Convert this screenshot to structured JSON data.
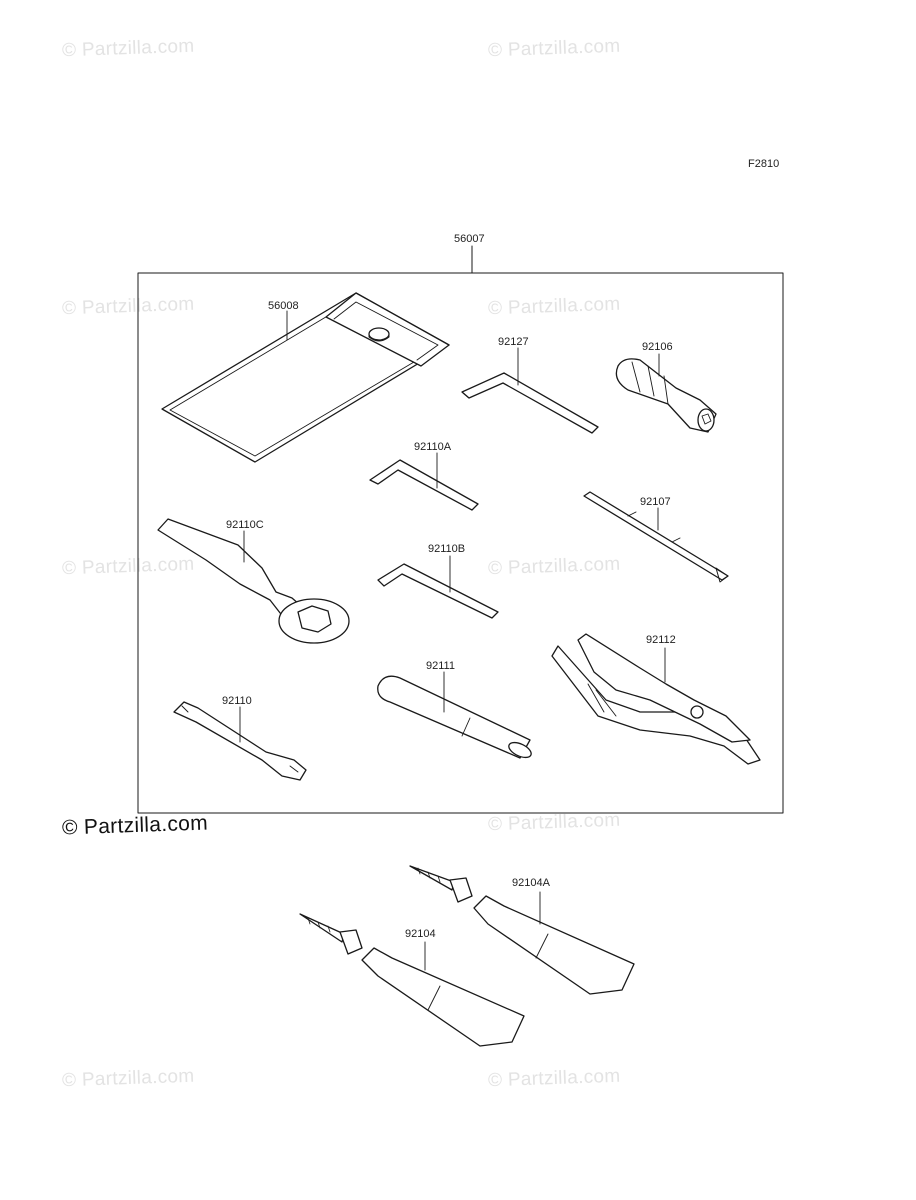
{
  "figure_id": "F2810",
  "watermark": {
    "text": "© Partzilla.com",
    "copy_count": 10,
    "prominent_text": "© Partzilla.com"
  },
  "kit": {
    "part_number": "56007",
    "parts": [
      {
        "part_number": "56008",
        "depicts": "tool-pouch"
      },
      {
        "part_number": "92127",
        "depicts": "hex-wrench-large"
      },
      {
        "part_number": "92106",
        "depicts": "screwdriver-handle"
      },
      {
        "part_number": "92110A",
        "depicts": "hex-wrench-medium"
      },
      {
        "part_number": "92107",
        "depicts": "screwdriver-bit"
      },
      {
        "part_number": "92110C",
        "depicts": "ring-wrench"
      },
      {
        "part_number": "92110B",
        "depicts": "hex-wrench-small"
      },
      {
        "part_number": "92112",
        "depicts": "pliers"
      },
      {
        "part_number": "92111",
        "depicts": "extension-bar"
      },
      {
        "part_number": "92110",
        "depicts": "open-end-wrench"
      }
    ]
  },
  "loose_parts": [
    {
      "part_number": "92104A",
      "depicts": "grease-tube"
    },
    {
      "part_number": "92104",
      "depicts": "grease-tube"
    }
  ]
}
